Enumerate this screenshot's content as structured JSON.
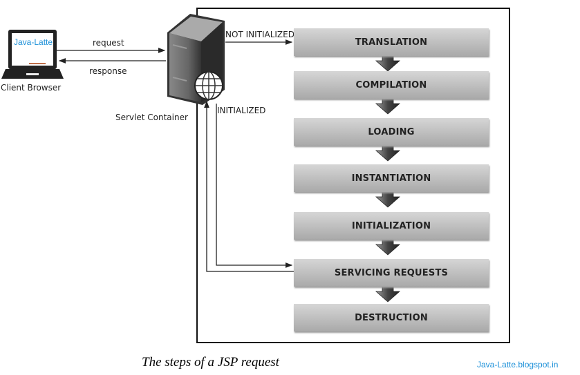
{
  "client": {
    "label": "Client Browser",
    "screen_text": "Java-Latte"
  },
  "arrows": {
    "request": "request",
    "response": "response"
  },
  "server": {
    "label": "Servlet Container"
  },
  "states": {
    "not_initialized": "NOT INITIALIZED",
    "initialized": "INITIALIZED"
  },
  "steps": [
    "TRANSLATION",
    "COMPILATION",
    "LOADING",
    "INSTANTIATION",
    "INITIALIZATION",
    "SERVICING REQUESTS",
    "DESTRUCTION"
  ],
  "caption": "The steps of a JSP request",
  "watermark": "Java-Latte.blogspot.in",
  "colors": {
    "watermark": "#1a8fd8",
    "box_top": "#d6d6d6",
    "box_bottom": "#a9a9a9"
  }
}
